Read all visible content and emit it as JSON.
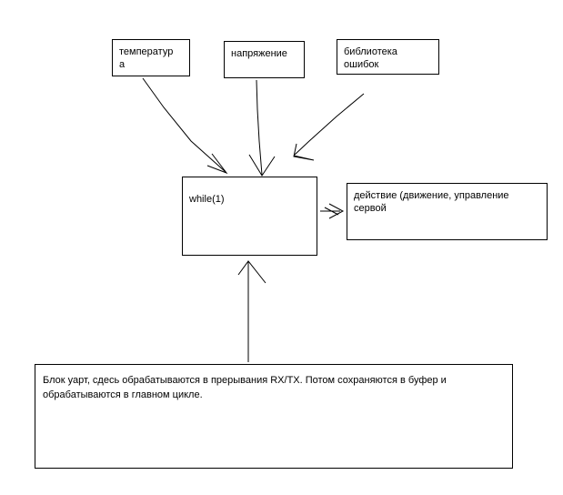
{
  "diagram": {
    "title": "",
    "background_color": "#ffffff",
    "stroke_color": "#000000",
    "nodes": [
      {
        "id": "temperature",
        "label": "температура"
      },
      {
        "id": "voltage",
        "label": "напряжение"
      },
      {
        "id": "error_library",
        "label": "библиотека ошибок"
      },
      {
        "id": "while_loop",
        "label": "while(1)"
      },
      {
        "id": "action",
        "label": "действие (движение, управление сервой"
      },
      {
        "id": "uart",
        "label": "Блок уарт, сдесь обрабатываются в прерывания RX/TX. Потом сохраняются в буфер и обрабатываются в главном цикле."
      }
    ],
    "edges": [
      {
        "id": "temperature-to-while",
        "from": "temperature",
        "to": "while_loop",
        "style": "hand-drawn-arrow",
        "direction": "down-right"
      },
      {
        "id": "voltage-to-while",
        "from": "voltage",
        "to": "while_loop",
        "style": "hand-drawn-arrow",
        "direction": "down"
      },
      {
        "id": "error-library-to-while",
        "from": "error_library",
        "to": "while_loop",
        "style": "hand-drawn-arrow",
        "direction": "down-left"
      },
      {
        "id": "while-to-action",
        "from": "while_loop",
        "to": "action",
        "style": "hand-drawn-arrow",
        "direction": "right"
      },
      {
        "id": "uart-to-while",
        "from": "uart",
        "to": "while_loop",
        "style": "hand-drawn-arrow",
        "direction": "up"
      }
    ]
  }
}
